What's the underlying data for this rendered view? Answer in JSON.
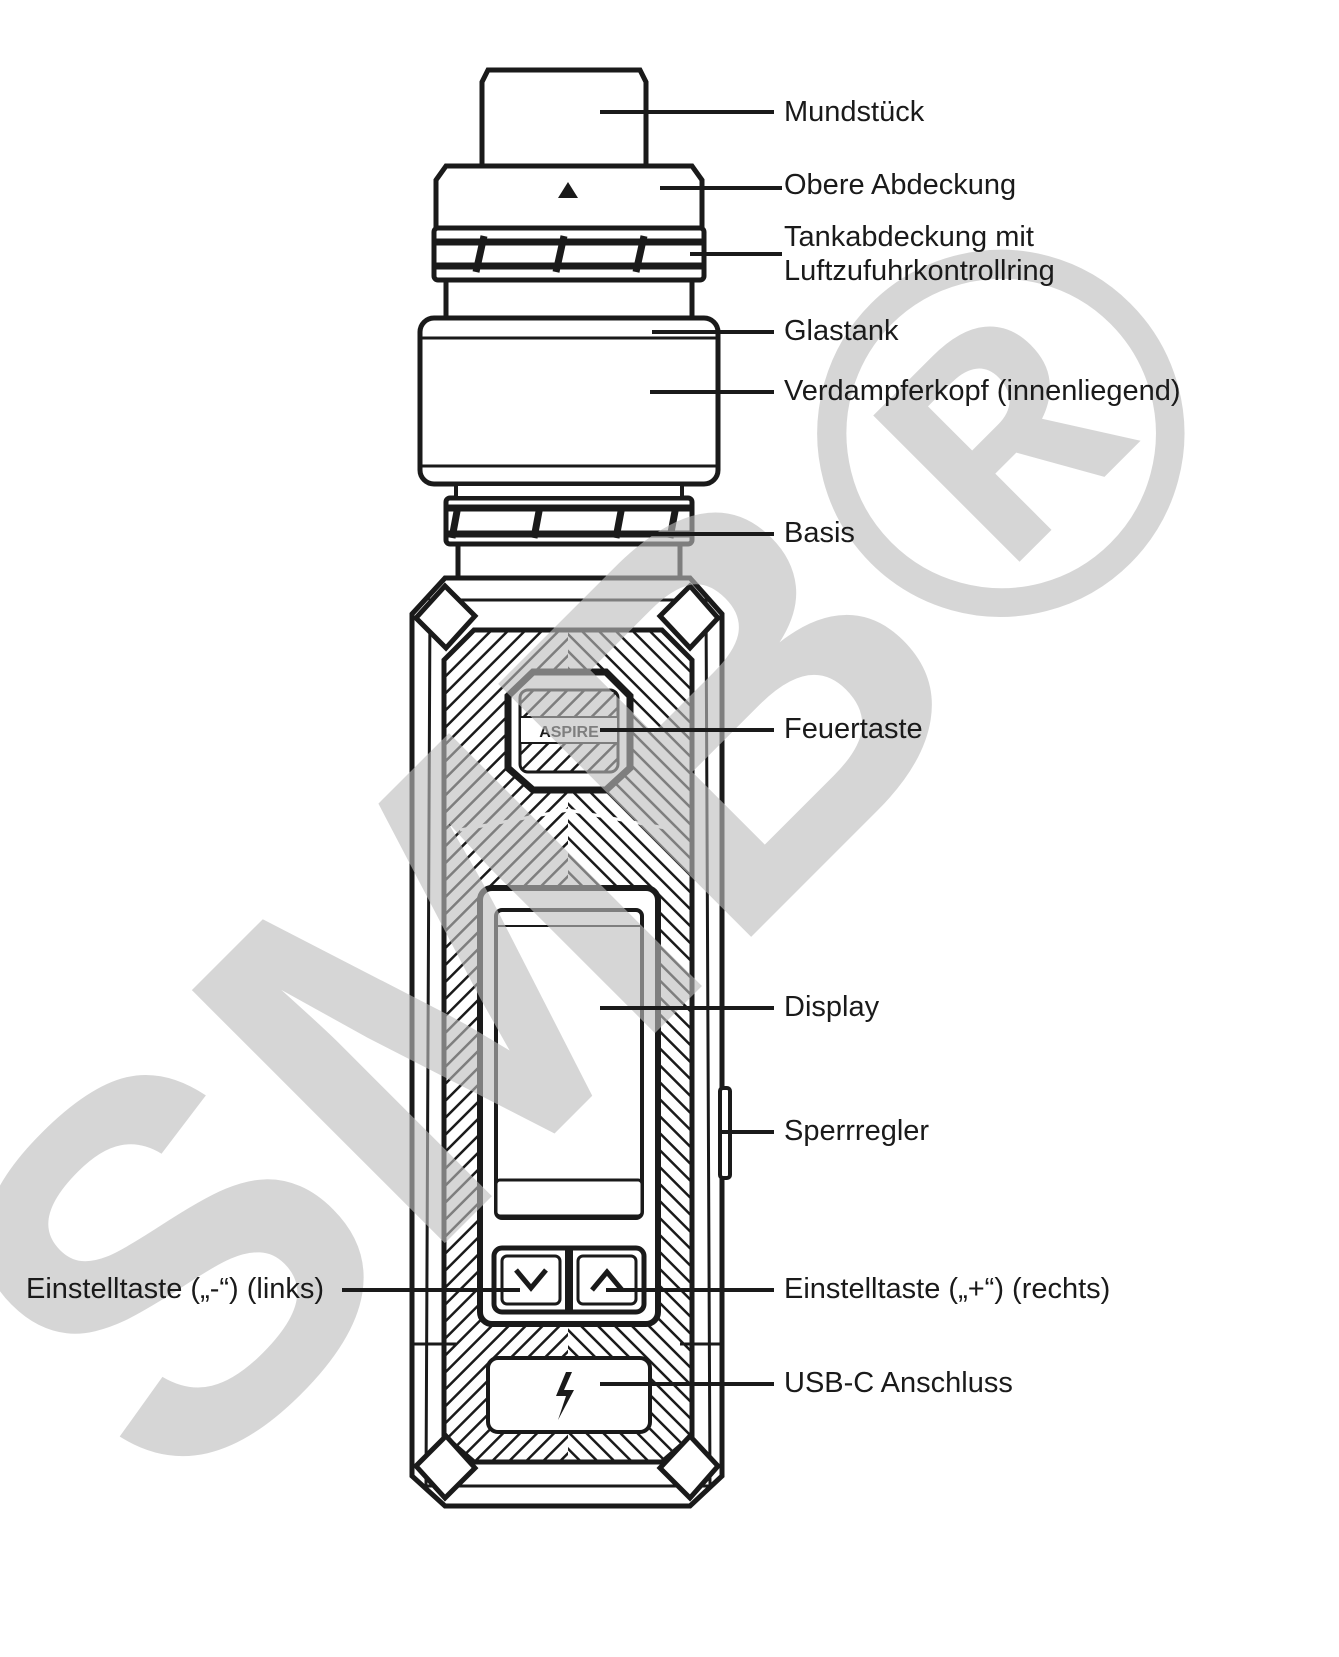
{
  "diagram": {
    "title": "",
    "watermark": "SMB®",
    "colors": {
      "ink": "#1a1a1a",
      "watermark": "#d6d6d6",
      "background": "#ffffff"
    },
    "device_brand": "ASPIRE",
    "labels": {
      "mouthpiece": "Mundstück",
      "top_cap": "Obere Abdeckung",
      "tank_cap_line1": "Tankabdeckung mit",
      "tank_cap_line2": "Luftzufuhrkontrollring",
      "glass_tank": "Glastank",
      "coil": "Verdampferkopf (innenliegend)",
      "base": "Basis",
      "fire_button": "Feuertaste",
      "display": "Display",
      "lock_switch": "Sperrregler",
      "adjust_minus": "Einstelltaste („-“) (links)",
      "adjust_plus": "Einstelltaste („+“) (rechts)",
      "usb_c": "USB-C Anschluss"
    }
  }
}
